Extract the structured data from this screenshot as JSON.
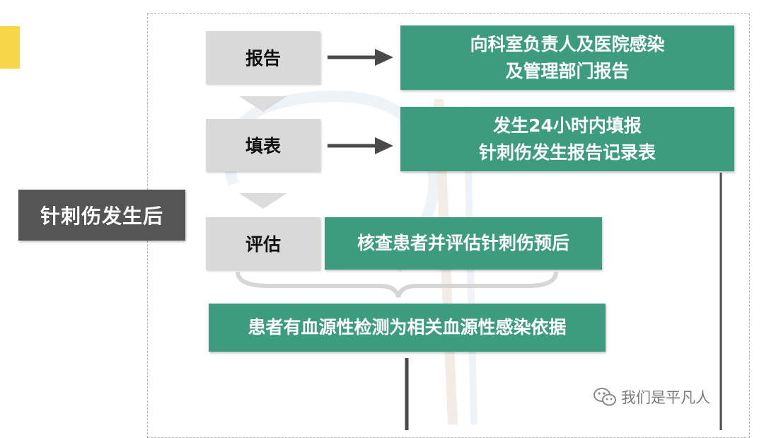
{
  "trigger": {
    "label": "针刺伤发生后"
  },
  "steps": [
    {
      "label": "报告"
    },
    {
      "label": "填表"
    },
    {
      "label": "评估"
    }
  ],
  "actions": {
    "report": {
      "line1": "向科室负责人及医院感染",
      "line2": "及管理部门报告"
    },
    "form": {
      "line1": "发生24小时内填报",
      "line2": "针刺伤发生报告记录表"
    },
    "assess": {
      "label": "核查患者并评估针刺伤预后"
    },
    "basis": {
      "label": "患者有血源性检测为相关血源性感染依据"
    }
  },
  "watermark": {
    "text": "我们是平凡人",
    "icon": "wechat-icon"
  },
  "colors": {
    "accent": "#f7d64a",
    "trigger_bg": "#555555",
    "step_bg": "#d9d9d9",
    "action_bg": "#3d9b80",
    "arrow": "#4a4a4a",
    "chevron": "#dcdcdc"
  }
}
